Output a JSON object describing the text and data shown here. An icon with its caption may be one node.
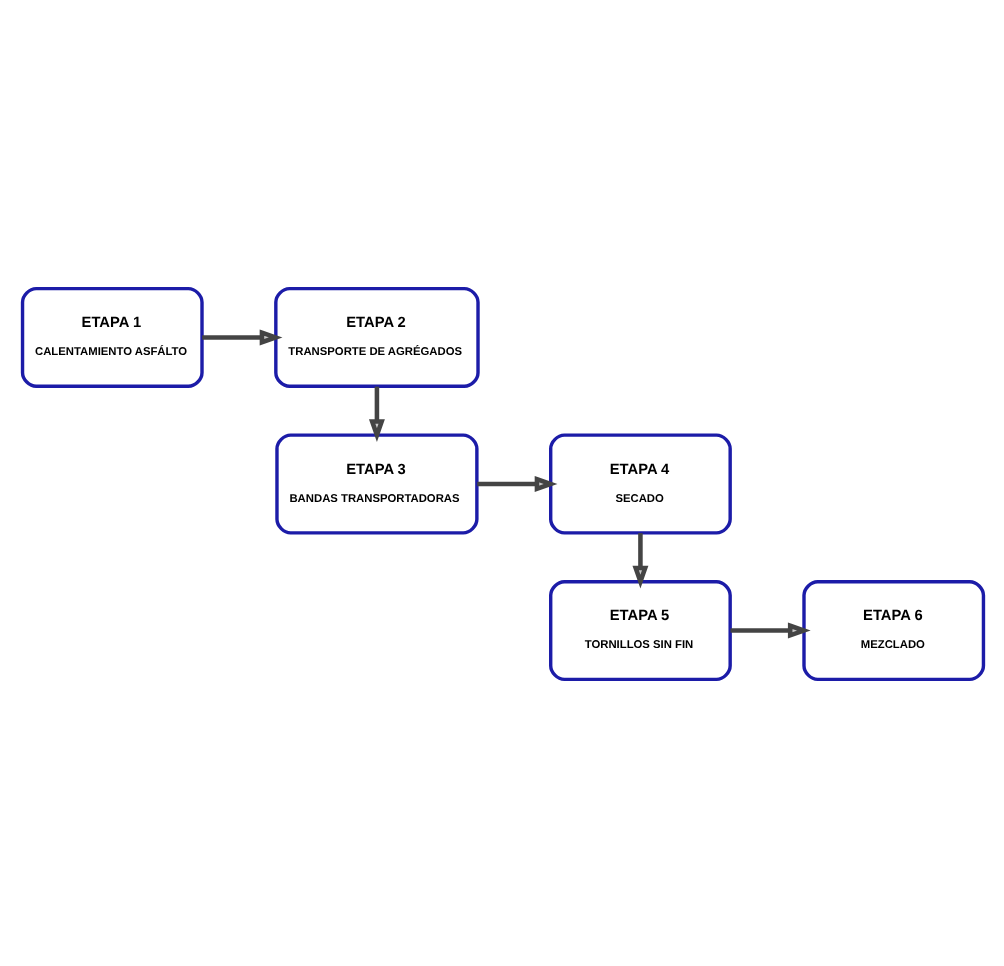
{
  "diagram": {
    "nodes": [
      {
        "text": [
          "ETAPA 1",
          "CALENTAMIENTO ASFÁLTO"
        ]
      },
      {
        "text": [
          "ETAPA 2",
          "TRANSPORTE DE AGRÉGADOS"
        ]
      },
      {
        "text": [
          "ETAPA 3",
          "BANDAS TRANSPORTADORAS"
        ]
      },
      {
        "text": [
          "ETAPA 4",
          "SECADO"
        ]
      },
      {
        "text": [
          "ETAPA 5",
          "TORNILLOS SIN FIN"
        ]
      },
      {
        "text": [
          "ETAPA 6",
          "MEZCLADO"
        ]
      }
    ],
    "edges": [
      {
        "from": 0,
        "to": 1,
        "arrow": "to"
      },
      {
        "from": 1,
        "to": 2,
        "arrow": "to"
      },
      {
        "from": 2,
        "to": 3,
        "arrow": "to"
      },
      {
        "from": 3,
        "to": 4,
        "arrow": "to"
      },
      {
        "from": 4,
        "to": 5,
        "arrow": "to"
      }
    ]
  }
}
